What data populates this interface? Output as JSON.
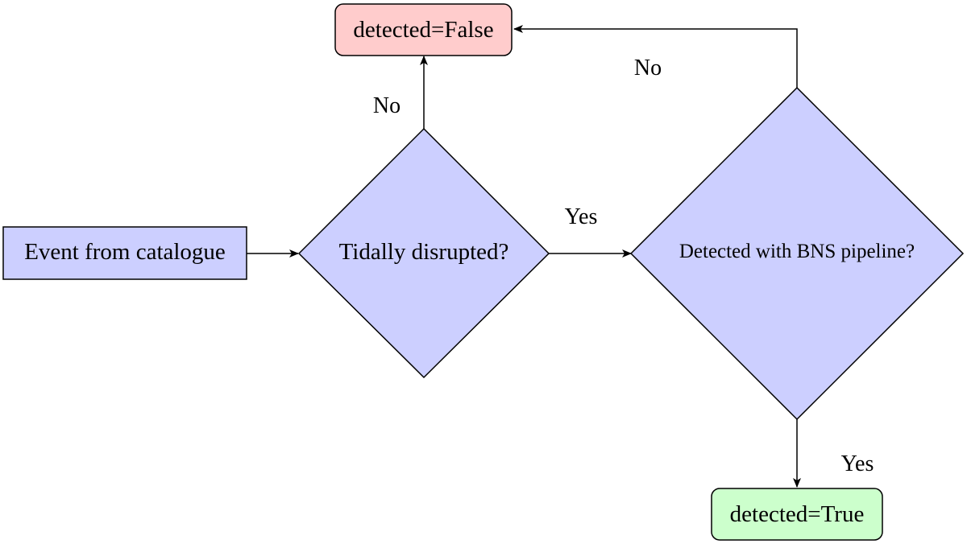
{
  "colors": {
    "process_fill": "#cccfff",
    "decision_fill": "#cccfff",
    "false_fill": "#ffcccc",
    "true_fill": "#ccffcc",
    "stroke": "#000000"
  },
  "nodes": {
    "start": {
      "label": "Event from catalogue",
      "shape": "rectangle"
    },
    "tidal": {
      "label": "Tidally disrupted?",
      "shape": "diamond"
    },
    "bns": {
      "label": "Detected with BNS pipeline?",
      "shape": "diamond"
    },
    "false_result": {
      "label": "detected=False",
      "shape": "rounded-rectangle"
    },
    "true_result": {
      "label": "detected=True",
      "shape": "rounded-rectangle"
    }
  },
  "edges": {
    "start_to_tidal": {
      "label": ""
    },
    "tidal_no": {
      "label": "No"
    },
    "tidal_yes": {
      "label": "Yes"
    },
    "bns_no": {
      "label": "No"
    },
    "bns_yes": {
      "label": "Yes"
    }
  }
}
